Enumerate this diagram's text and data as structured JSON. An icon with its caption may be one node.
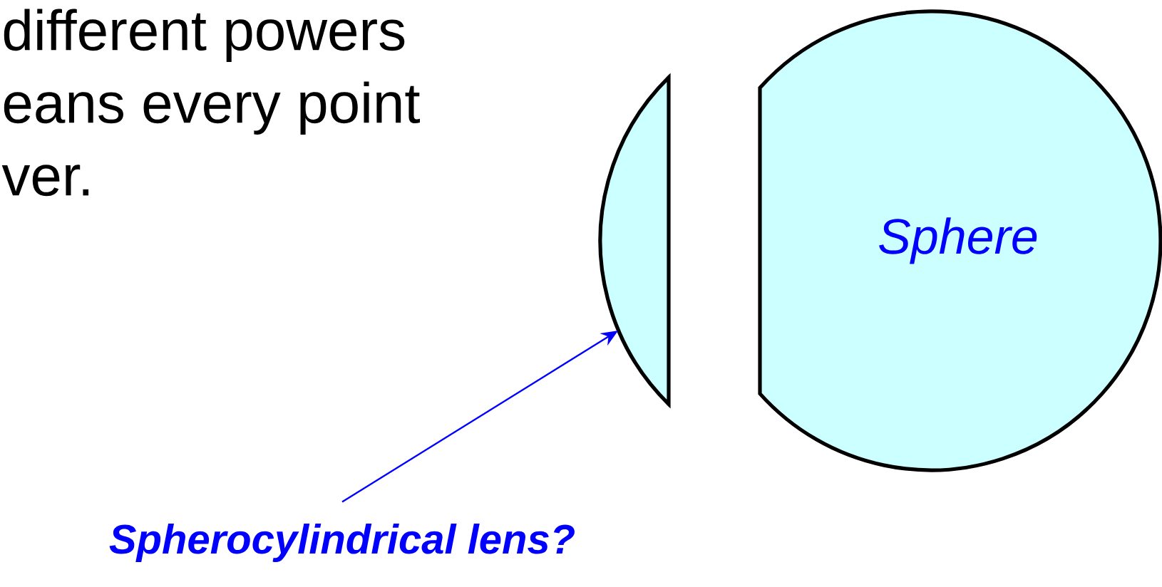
{
  "diagram": {
    "nodes": [
      {
        "text": [],
        "shape": "lens"
      },
      {
        "text": [
          "Sphere"
        ]
      },
      {
        "text": [
          "Spherocylindrical lens?"
        ]
      }
    ],
    "edges": [
      {
        "from": 2,
        "to": 0,
        "arrow": "to",
        "color": "#0000ff"
      }
    ],
    "labels": [
      "different powers eans every point ver."
    ]
  }
}
